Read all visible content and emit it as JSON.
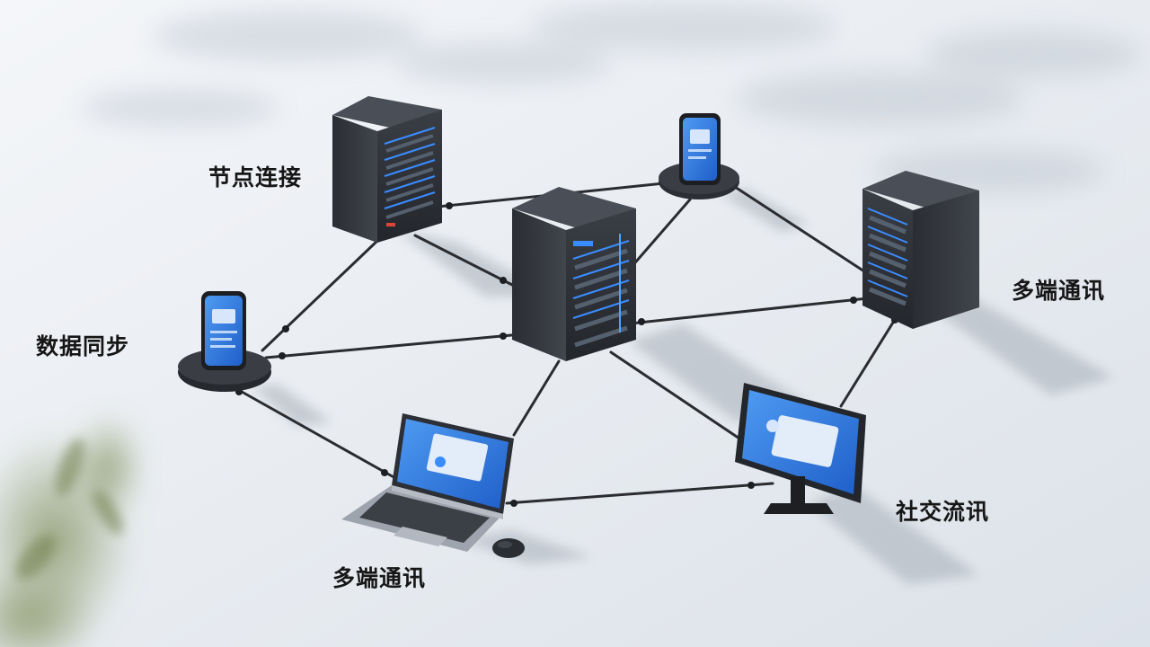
{
  "labels": {
    "node_connect": "节点连接",
    "data_sync": "数据同步",
    "multi_comm_right": "多端通讯",
    "social_comm": "社交流讯",
    "multi_comm_bottom": "多端通讯"
  },
  "colors": {
    "floor": "#eef1f5",
    "server_body": "#2f3238",
    "screen_blue": "#2f7fe6",
    "cable": "#2a2c30",
    "label_text": "#161616"
  },
  "icons": {
    "server": "server-tower",
    "phone": "smartphone-on-dock",
    "laptop": "laptop",
    "monitor": "desktop-monitor",
    "mouse": "computer-mouse",
    "plant": "blurred-plant"
  }
}
